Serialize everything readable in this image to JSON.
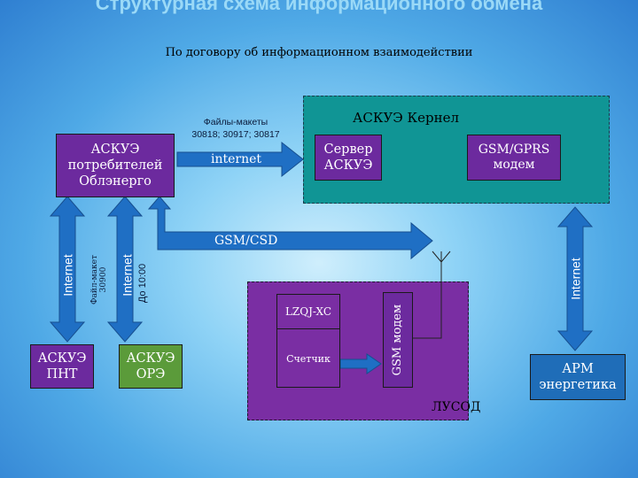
{
  "title": "Структурная схема информационного обмена",
  "subtitle": "По договору об информационном взаимодействии",
  "nodes": {
    "askue_consumers": "АСКУЭ потребителей Облэнерго",
    "kernel_panel_label": "АСКУЭ Кернел",
    "server": "Сервер АСКУЭ",
    "gsm_gprs": "GSM/GPRS модем",
    "lzqj": "LZQJ-XC",
    "meter": "Счетчик",
    "gsm_modem": "GSM модем",
    "lusod": "ЛУСОД",
    "askue_pnt": "АСКУЭ ПНТ",
    "askue_ore": "АСКУЭ ОРЭ",
    "arm": "АРМ энергетика"
  },
  "labels": {
    "files_header": "Файлы-макеты",
    "files_codes": "30818; 30917; 30817",
    "internet_lower": "internet",
    "gsm_csd": "GSM/CSD",
    "internet_left": "Internet",
    "internet_mid": "Internet",
    "file_maket": "Файл-макет",
    "file_code": "30900",
    "deadline": "До 10:00",
    "internet_right": "Internet"
  },
  "colors": {
    "arrow": "#1f6fc4",
    "purple_box": "#6c2a9e",
    "teal_panel": "#109595",
    "green_box": "#5b9b3a",
    "blue_box": "#1f6db8"
  }
}
